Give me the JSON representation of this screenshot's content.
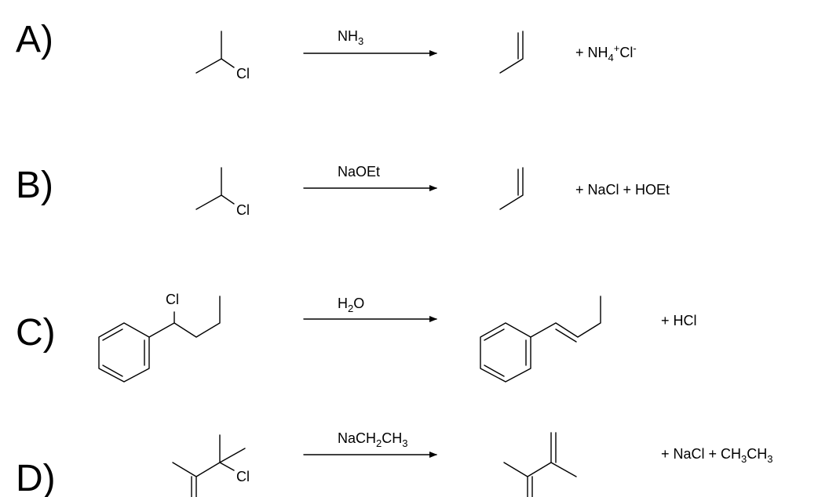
{
  "reactions": [
    {
      "letter": "A)",
      "reactant_label": "Cl",
      "reagent": [
        {
          "t": "NH"
        },
        {
          "t": "3",
          "s": "sub"
        }
      ],
      "products": [
        {
          "t": "+  NH"
        },
        {
          "t": "4",
          "s": "sub"
        },
        {
          "t": "+",
          "s": "sup"
        },
        {
          "t": "Cl"
        },
        {
          "t": "-",
          "s": "sup"
        }
      ]
    },
    {
      "letter": "B)",
      "reactant_label": "Cl",
      "reagent": [
        {
          "t": "NaOEt"
        }
      ],
      "products": [
        {
          "t": "+  NaCl  +  HOEt"
        }
      ]
    },
    {
      "letter": "C)",
      "reactant_label": "Cl",
      "reagent": [
        {
          "t": "H"
        },
        {
          "t": "2",
          "s": "sub"
        },
        {
          "t": "O"
        }
      ],
      "products": [
        {
          "t": "+  HCl"
        }
      ]
    },
    {
      "letter": "D)",
      "reactant_label": "Cl",
      "reagent": [
        {
          "t": "NaCH"
        },
        {
          "t": "2",
          "s": "sub"
        },
        {
          "t": "CH"
        },
        {
          "t": "3",
          "s": "sub"
        }
      ],
      "products": [
        {
          "t": "+  NaCl  +  CH"
        },
        {
          "t": "3",
          "s": "sub"
        },
        {
          "t": "CH"
        },
        {
          "t": "3",
          "s": "sub"
        }
      ]
    }
  ]
}
